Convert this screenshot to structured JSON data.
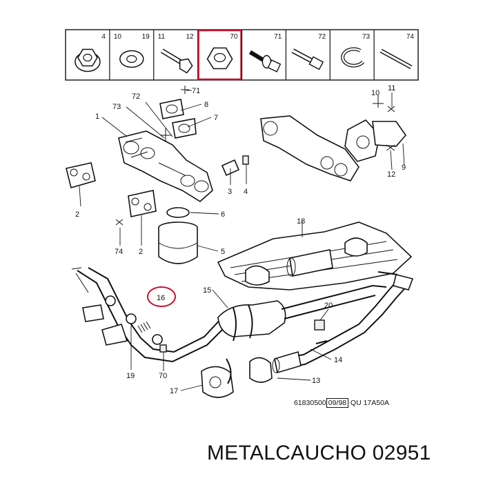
{
  "header_parts": [
    {
      "number": "4",
      "icon": "flange-nut-icon"
    },
    {
      "number": "10",
      "number_left": true,
      "number2": "19",
      "icon": "washer-icon"
    },
    {
      "number": "11",
      "number_left": true,
      "number2": "12",
      "icon": "bolt-icon"
    },
    {
      "number": "70",
      "icon": "hex-nut-icon",
      "highlighted": true
    },
    {
      "number": "71",
      "icon": "stud-nut-icon"
    },
    {
      "number": "72",
      "icon": "hex-socket-bolt-icon"
    },
    {
      "number": "73",
      "icon": "spring-washer-icon"
    },
    {
      "number": "74",
      "icon": "threaded-stud-icon"
    }
  ],
  "callouts": [
    {
      "id": "c72",
      "text": "72"
    },
    {
      "id": "c71",
      "text": "71"
    },
    {
      "id": "c8",
      "text": "8"
    },
    {
      "id": "c73",
      "text": "73"
    },
    {
      "id": "c7",
      "text": "7"
    },
    {
      "id": "c1",
      "text": "1"
    },
    {
      "id": "c2a",
      "text": "2"
    },
    {
      "id": "c3",
      "text": "3"
    },
    {
      "id": "c4",
      "text": "4"
    },
    {
      "id": "c6",
      "text": "6"
    },
    {
      "id": "c74",
      "text": "74"
    },
    {
      "id": "c2b",
      "text": "2"
    },
    {
      "id": "c5",
      "text": "5"
    },
    {
      "id": "c10",
      "text": "10"
    },
    {
      "id": "c11",
      "text": "11"
    },
    {
      "id": "c12",
      "text": "12"
    },
    {
      "id": "c9",
      "text": "9"
    },
    {
      "id": "c18",
      "text": "18"
    },
    {
      "id": "c16",
      "text": "16"
    },
    {
      "id": "c15",
      "text": "15"
    },
    {
      "id": "c20",
      "text": "20"
    },
    {
      "id": "c19",
      "text": "19"
    },
    {
      "id": "c70",
      "text": "70"
    },
    {
      "id": "c14",
      "text": "14"
    },
    {
      "id": "c13",
      "text": "13"
    },
    {
      "id": "c17",
      "text": "17"
    }
  ],
  "highlight_color": "#c8102e",
  "reference": {
    "code": "61830500",
    "date": "09/98",
    "suffix": "QU 17A50A"
  },
  "brand_caption": "METALCAUCHO 02951"
}
